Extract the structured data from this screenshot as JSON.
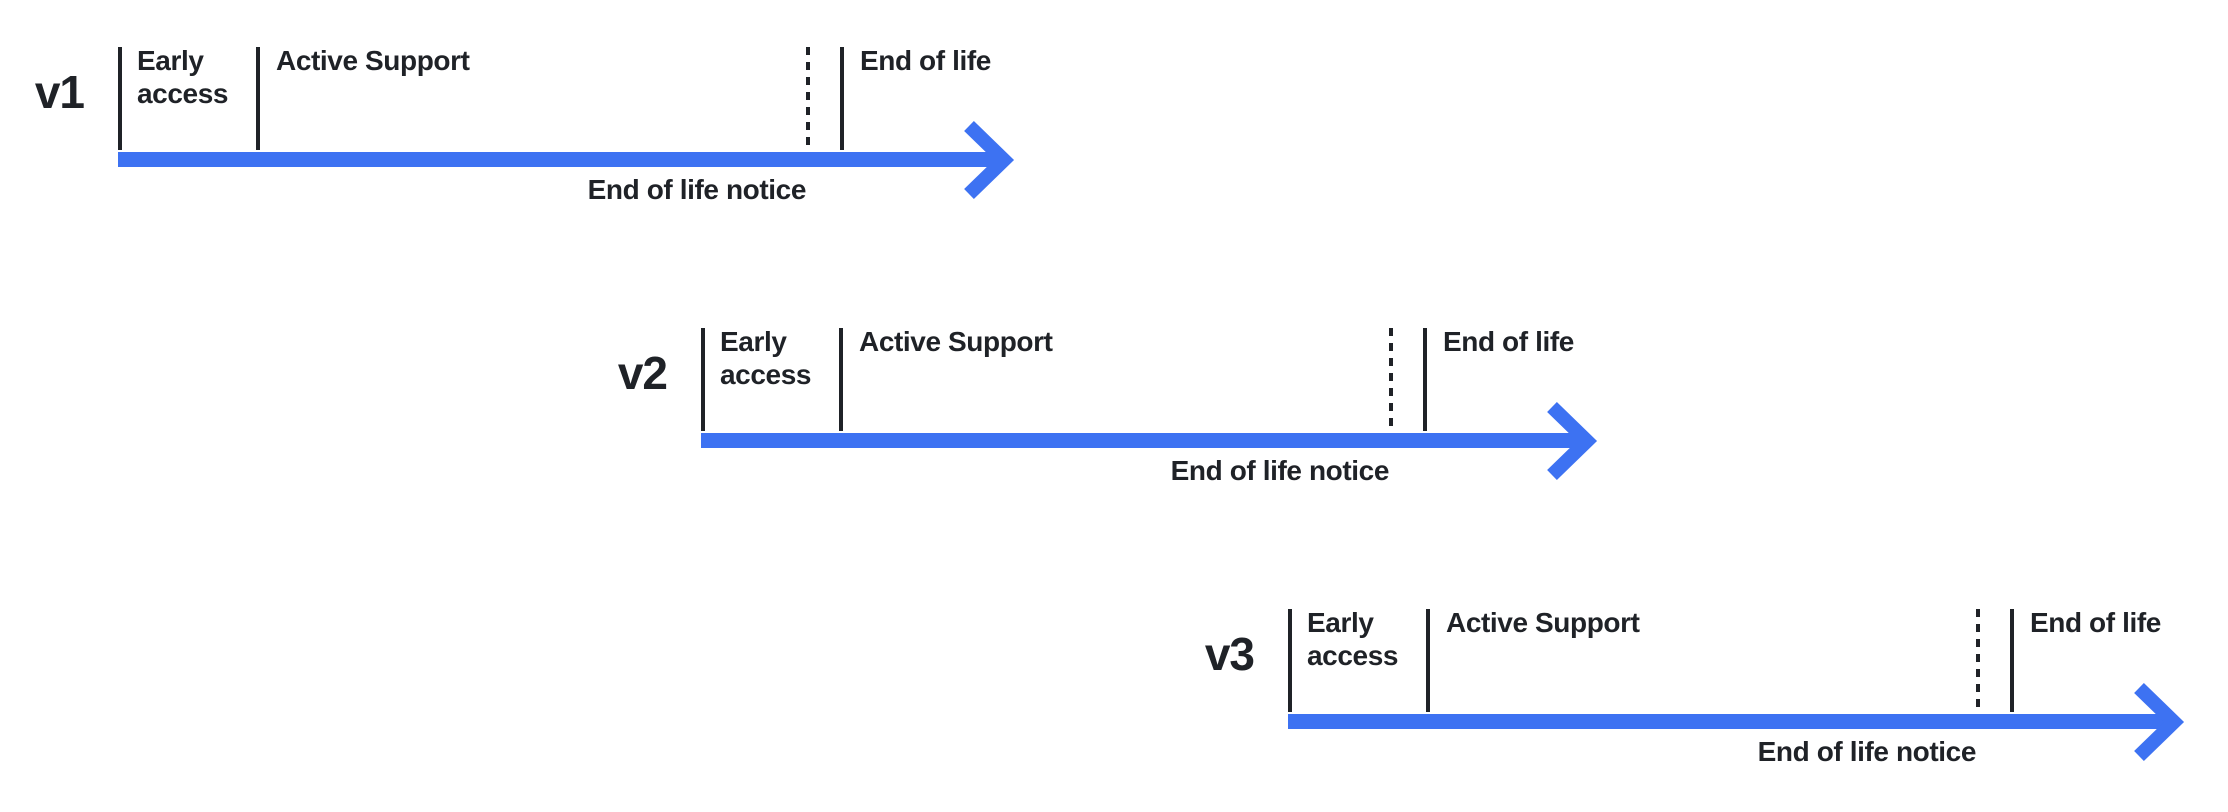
{
  "colors": {
    "arrow": "#3D72F2",
    "ink": "#1F2227",
    "background": "#FFFFFF"
  },
  "timelines": [
    {
      "version": "v1",
      "segments": {
        "early_access": "Early access",
        "active_support": "Active Support",
        "end_of_life": "End of life"
      },
      "notice": "End of life notice"
    },
    {
      "version": "v2",
      "segments": {
        "early_access": "Early access",
        "active_support": "Active Support",
        "end_of_life": "End of life"
      },
      "notice": "End of life notice"
    },
    {
      "version": "v3",
      "segments": {
        "early_access": "Early access",
        "active_support": "Active Support",
        "end_of_life": "End of life"
      },
      "notice": "End of life notice"
    }
  ]
}
